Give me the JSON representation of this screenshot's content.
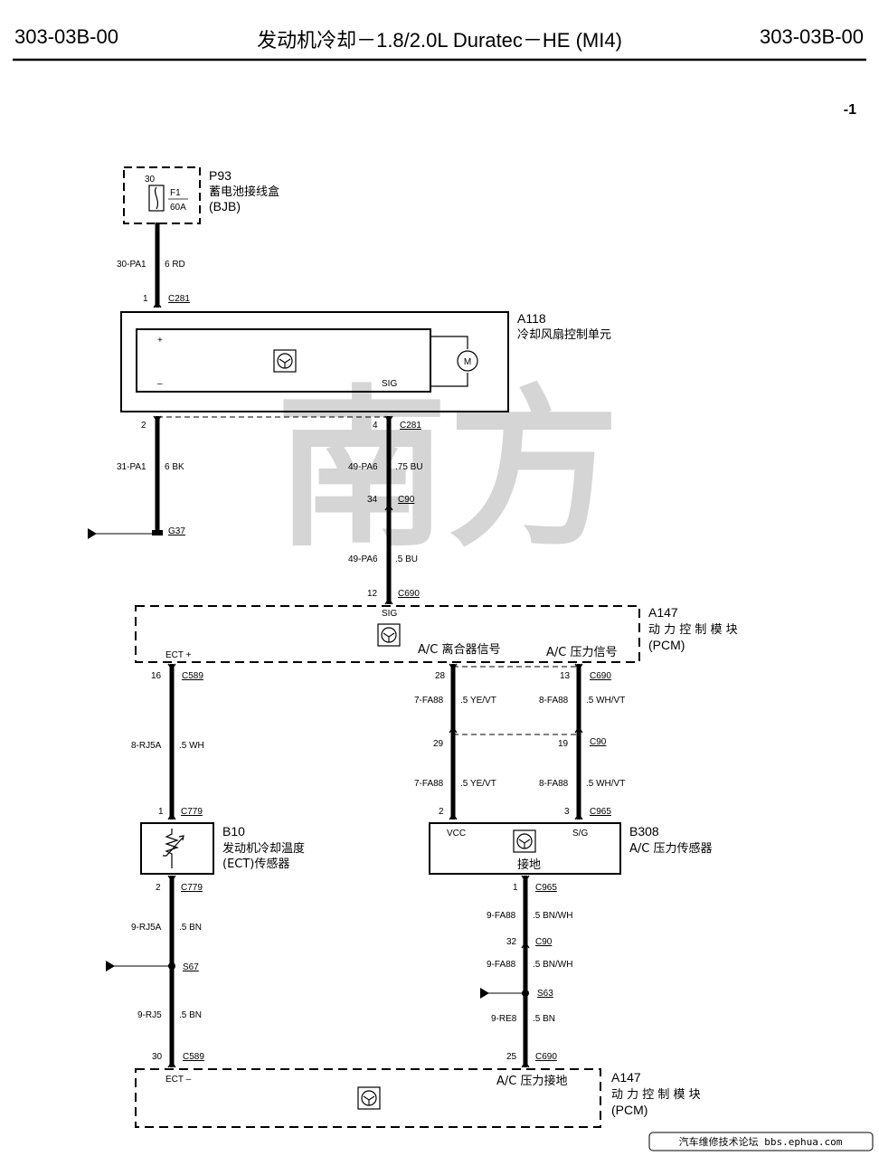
{
  "header": {
    "left_code": "303-03B-00",
    "title": "发动机冷却－1.8/2.0L Duratec－HE (MI4)",
    "right_code": "303-03B-00",
    "page_tag": "-1"
  },
  "watermark": "南方",
  "footer": {
    "text": "汽车维修技术论坛 bbs.ephua.com"
  },
  "components": {
    "p93": {
      "ref": "P93",
      "name": "蓄电池接线盒",
      "code": "(BJB)",
      "pin": "30",
      "fuse": "F1",
      "rating": "60A"
    },
    "a118": {
      "ref": "A118",
      "name": "冷却风扇控制单元",
      "plus": "+",
      "minus": "–",
      "sig": "SIG",
      "motor": "M"
    },
    "a147_top": {
      "ref": "A147",
      "name": "动 力 控 制 模 块",
      "code": "(PCM)",
      "sig": "SIG",
      "ect_plus": "ECT +",
      "ac_clutch": "A/C 离合器信号",
      "ac_pressure": "A/C 压力信号"
    },
    "b10": {
      "ref": "B10",
      "name": "发动机冷却温度",
      "name2": "(ECT)传感器"
    },
    "b308": {
      "ref": "B308",
      "name": "A/C 压力传感器",
      "vcc": "VCC",
      "sg": "S/G",
      "ground": "接地"
    },
    "a147_bot": {
      "ref": "A147",
      "name": "动 力 控 制 模 块",
      "code": "(PCM)",
      "ect_minus": "ECT –",
      "ac_ground": "A/C 压力接地"
    }
  },
  "wires": {
    "w1": {
      "circuit": "30-PA1",
      "spec": "6 RD"
    },
    "w2": {
      "circuit": "31-PA1",
      "spec": "6 BK"
    },
    "w3": {
      "circuit": "49-PA6",
      "spec": ".75 BU"
    },
    "w4": {
      "circuit": "49-PA6",
      "spec": ".5 BU"
    },
    "w5": {
      "circuit": "8-RJ5A",
      "spec": ".5 WH"
    },
    "w6a": {
      "circuit": "7-FA88",
      "spec": ".5 YE/VT"
    },
    "w6b": {
      "circuit": "7-FA88",
      "spec": ".5 YE/VT"
    },
    "w7a": {
      "circuit": "8-FA88",
      "spec": ".5 WH/VT"
    },
    "w7b": {
      "circuit": "8-FA88",
      "spec": ".5 WH/VT"
    },
    "w8": {
      "circuit": "9-RJ5A",
      "spec": ".5 BN"
    },
    "w9": {
      "circuit": "9-RJ5",
      "spec": ".5 BN"
    },
    "w10": {
      "circuit": "9-FA88",
      "spec": ".5 BN/WH"
    },
    "w11": {
      "circuit": "9-FA88",
      "spec": ".5 BN/WH"
    },
    "w12": {
      "circuit": "9-RE8",
      "spec": ".5 BN"
    }
  },
  "connectors": {
    "c1": {
      "pin": "1",
      "name": "C281"
    },
    "c2": {
      "pin": "2",
      "name": ""
    },
    "c3": {
      "pin": "4",
      "name": "C281"
    },
    "c4": {
      "pin": "34",
      "name": "C90"
    },
    "c5": {
      "pin": "12",
      "name": "C690"
    },
    "c6": {
      "pin": "16",
      "name": "C589"
    },
    "c7": {
      "pin": "28",
      "name": ""
    },
    "c8": {
      "pin": "13",
      "name": "C690"
    },
    "c9": {
      "pin": "29",
      "name": ""
    },
    "c10": {
      "pin": "19",
      "name": "C90"
    },
    "c11": {
      "pin": "1",
      "name": "C779"
    },
    "c12": {
      "pin": "2",
      "name": ""
    },
    "c13": {
      "pin": "3",
      "name": "C965"
    },
    "c14": {
      "pin": "2",
      "name": "C779"
    },
    "c15": {
      "pin": "1",
      "name": "C965"
    },
    "c16": {
      "pin": "32",
      "name": "C90"
    },
    "c17": {
      "pin": "30",
      "name": "C589"
    },
    "c18": {
      "pin": "25",
      "name": "C690"
    }
  },
  "grounds": {
    "g37": "G37",
    "s67": "S67",
    "s63": "S63"
  }
}
